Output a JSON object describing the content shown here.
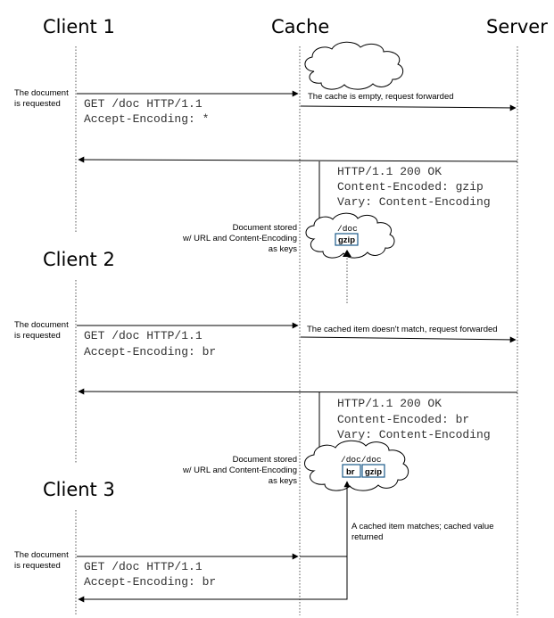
{
  "participants": {
    "client1": "Client 1",
    "cache": "Cache",
    "server": "Server",
    "client2": "Client 2",
    "client3": "Client 3"
  },
  "notes": {
    "doc_requested_line1": "The document",
    "doc_requested_line2": "is requested",
    "stored_line1": "Document stored",
    "stored_line2": "w/ URL and Content-Encoding",
    "stored_line3": "as keys"
  },
  "phase1": {
    "request_line1": "GET /doc HTTP/1.1",
    "request_line2": "Accept-Encoding: *",
    "forward_label": "The cache is empty, request forwarded",
    "response_line1": "HTTP/1.1 200 OK",
    "response_line2": "Content-Encoded: gzip",
    "response_line3": "Vary: Content-Encoding",
    "cache_path": "/doc",
    "cache_chip": "gzip"
  },
  "phase2": {
    "request_line1": "GET /doc HTTP/1.1",
    "request_line2": "Accept-Encoding: br",
    "forward_label": "The cached item doesn't match, request forwarded",
    "response_line1": "HTTP/1.1 200 OK",
    "response_line2": "Content-Encoded: br",
    "response_line3": "Vary: Content-Encoding",
    "cache_path": "/doc/doc",
    "cache_chip_1": "br",
    "cache_chip_2": "gzip"
  },
  "phase3": {
    "request_line1": "GET /doc HTTP/1.1",
    "request_line2": "Accept-Encoding: br",
    "match_line1": "A cached item matches; cached value",
    "match_line2": "returned"
  }
}
